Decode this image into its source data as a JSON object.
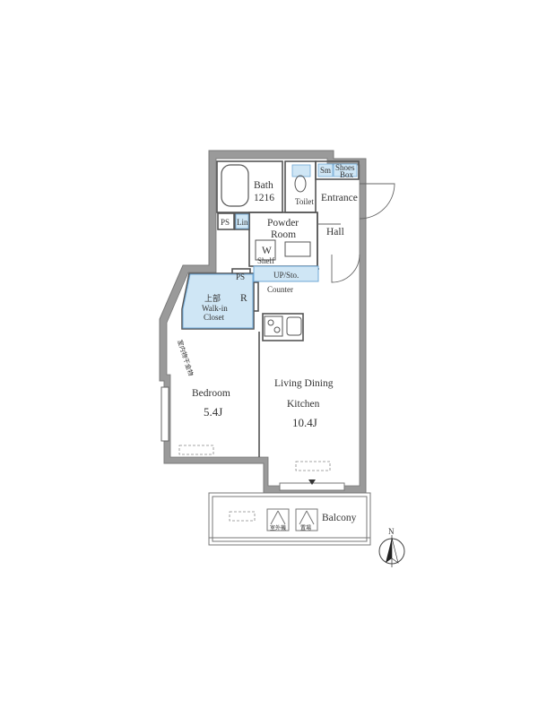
{
  "plan": {
    "rooms": {
      "bath": "Bath",
      "bath_size": "1216",
      "toilet": "Toilet",
      "entrance": "Entrance",
      "sm": "Sm",
      "shoes_box_1": "Shoes",
      "shoes_box_2": "Box",
      "powder_room_1": "Powder",
      "powder_room_2": "Room",
      "hall": "Hall",
      "ps_top": "PS",
      "lin": "Lin",
      "w": "W",
      "shelf": "Shelf",
      "up_sto": "UP/Sto.",
      "ps_mid": "PS",
      "r": "R",
      "counter": "Counter",
      "walk_in_1": "上部",
      "walk_in_2": "Walk-in",
      "walk_in_3": "Closet",
      "bedroom": "Bedroom",
      "bedroom_size": "5.4J",
      "ldk_1": "Living Dining",
      "ldk_2": "Kitchen",
      "ldk_size": "10.4J",
      "balcony": "Balcony",
      "outdoor_unit_1": "室外機",
      "outdoor_unit_2": "置場",
      "vertical_note": "室内物干金物"
    },
    "colors": {
      "wall": "#8c8c8c",
      "line": "#555555",
      "blue_fill": "#cfe6f5",
      "blue_line": "#6fa8d6"
    },
    "compass": "north-arrow-icon"
  }
}
